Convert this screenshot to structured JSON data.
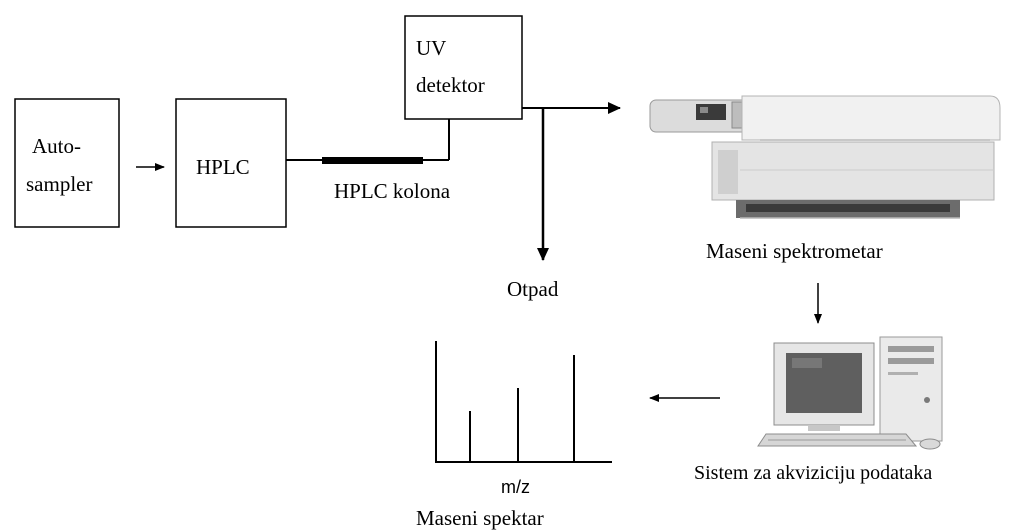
{
  "diagram": {
    "blocks": {
      "autosampler": {
        "line1": "Auto-",
        "line2": "sampler"
      },
      "hplc": {
        "label": "HPLC"
      },
      "uv_detector": {
        "line1": "UV",
        "line2": "detektor"
      }
    },
    "labels": {
      "column": "HPLC kolona",
      "waste": "Otpad",
      "mass_spectrometer": "Maseni spektrometar",
      "data_system": "Sistem za akviziciju podataka",
      "mass_spectrum": "Maseni spektar",
      "mz_axis": "m/z"
    }
  },
  "colors": {
    "line": "#000000",
    "instrument_body": "#e9e9e9",
    "instrument_shadow": "#8a8a8a",
    "screen": "#5f5f5f"
  }
}
